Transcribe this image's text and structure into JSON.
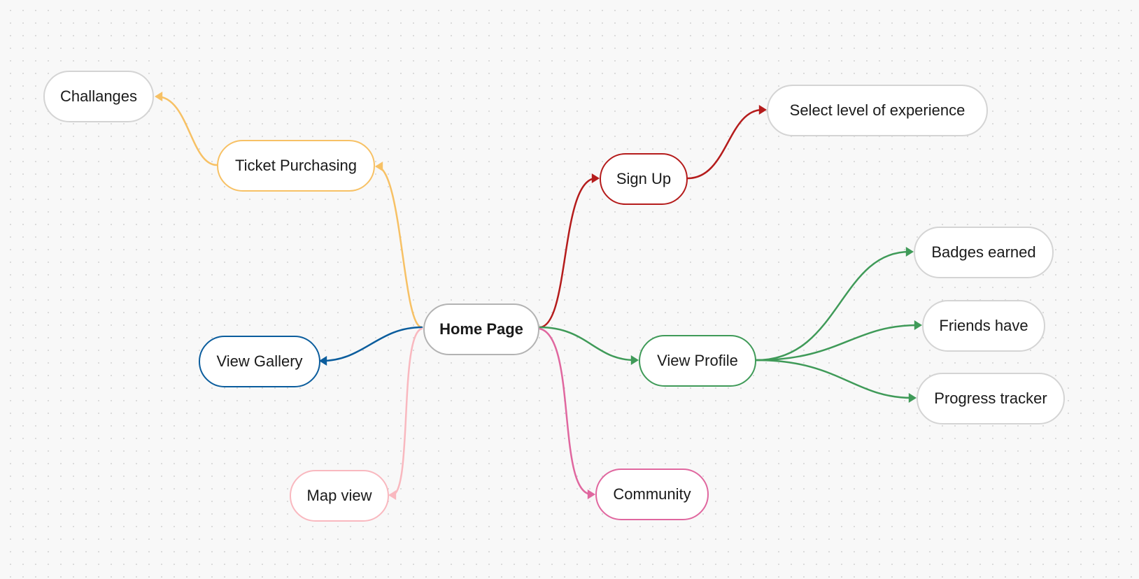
{
  "diagram": {
    "root": {
      "label": "Home Page",
      "color": "#b3b3b3"
    },
    "branches": [
      {
        "id": "ticket",
        "label": "Ticket Purchasing",
        "color": "#f7c165",
        "children": [
          {
            "id": "challanges",
            "label": "Challanges"
          }
        ]
      },
      {
        "id": "gallery",
        "label": "View Gallery",
        "color": "#0b5d9d",
        "children": []
      },
      {
        "id": "map",
        "label": "Map view",
        "color": "#f9b8bf",
        "children": []
      },
      {
        "id": "signup",
        "label": "Sign Up",
        "color": "#b51c1c",
        "children": [
          {
            "id": "experience",
            "label": "Select level of experience"
          }
        ]
      },
      {
        "id": "profile",
        "label": "View Profile",
        "color": "#3f9a58",
        "children": [
          {
            "id": "badges",
            "label": "Badges earned"
          },
          {
            "id": "friends",
            "label": "Friends have"
          },
          {
            "id": "progress",
            "label": "Progress tracker"
          }
        ]
      },
      {
        "id": "community",
        "label": "Community",
        "color": "#e0679f",
        "children": []
      }
    ],
    "leaf_border_color": "#d4d4d4"
  }
}
